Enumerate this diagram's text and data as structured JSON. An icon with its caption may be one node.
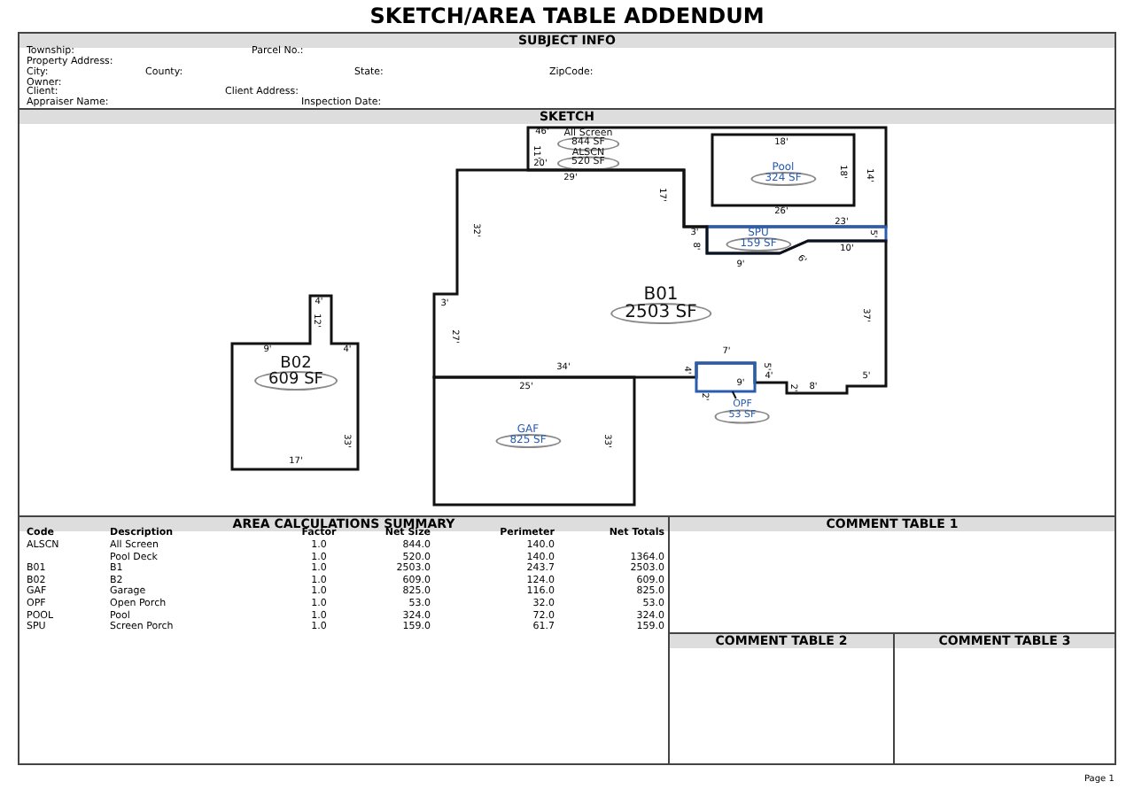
{
  "diagram": {
    "title": "SKETCH/AREA TABLE ADDENDUM",
    "nodes": [
      {
        "text": [
          "All Screen",
          "844 SF",
          "ALSCN",
          "520 SF"
        ]
      },
      {
        "text": [
          "Pool",
          "324 SF"
        ],
        "in": 0
      },
      {
        "text": [
          "SPU",
          "159 SF"
        ]
      },
      {
        "text": [
          "B01",
          "2503 SF"
        ]
      },
      {
        "text": [
          "B02",
          "609 SF"
        ]
      },
      {
        "text": [
          "GAF",
          "825 SF"
        ]
      },
      {
        "text": [
          "OPF",
          "53 SF"
        ]
      },
      {
        "text": [],
        "shape": "box"
      }
    ],
    "edges": [
      {
        "from": 6,
        "to": 7,
        "arrow": "none"
      }
    ],
    "labels": [
      "SUBJECT INFO",
      "Township:",
      "Parcel No.:",
      "Property Address:",
      "City:",
      "County:",
      "State:",
      "ZipCode:",
      "Owner:",
      "Client:",
      "Client Address:",
      "Appraiser Name:",
      "Inspection Date:",
      "SKETCH",
      "46'",
      "11'",
      "20'",
      "29'",
      "18'",
      "18'",
      "14'",
      "26'",
      "32'",
      "17'",
      "3'",
      "8'",
      "23'",
      "5'",
      "10'",
      "6'",
      "9'",
      "3'",
      "27'",
      "37'",
      "4'",
      "12'",
      "9'",
      "4'",
      "33'",
      "17'",
      "34'",
      "4'",
      "7'",
      "5'",
      "4'",
      "2'",
      "8'",
      "5'",
      "2'",
      "9'",
      "25'",
      "33'",
      "AREA CALCULATIONS SUMMARY",
      "Code",
      "Description",
      "Factor",
      "Net Size",
      "Perimeter",
      "Net Totals",
      "ALSCN",
      "All Screen",
      "1.0",
      "844.0",
      "140.0",
      "Pool Deck",
      "1.0",
      "520.0",
      "140.0",
      "1364.0",
      "B01",
      "B1",
      "1.0",
      "2503.0",
      "243.7",
      "2503.0",
      "B02",
      "B2",
      "1.0",
      "609.0",
      "124.0",
      "609.0",
      "GAF",
      "Garage",
      "1.0",
      "825.0",
      "116.0",
      "825.0",
      "OPF",
      "Open Porch",
      "1.0",
      "53.0",
      "32.0",
      "53.0",
      "POOL",
      "Pool",
      "1.0",
      "324.0",
      "72.0",
      "324.0",
      "SPU",
      "Screen Porch",
      "1.0",
      "159.0",
      "61.7",
      "159.0",
      "COMMENT TABLE 1",
      "COMMENT TABLE 2",
      "COMMENT TABLE 3",
      "Page 1"
    ]
  }
}
